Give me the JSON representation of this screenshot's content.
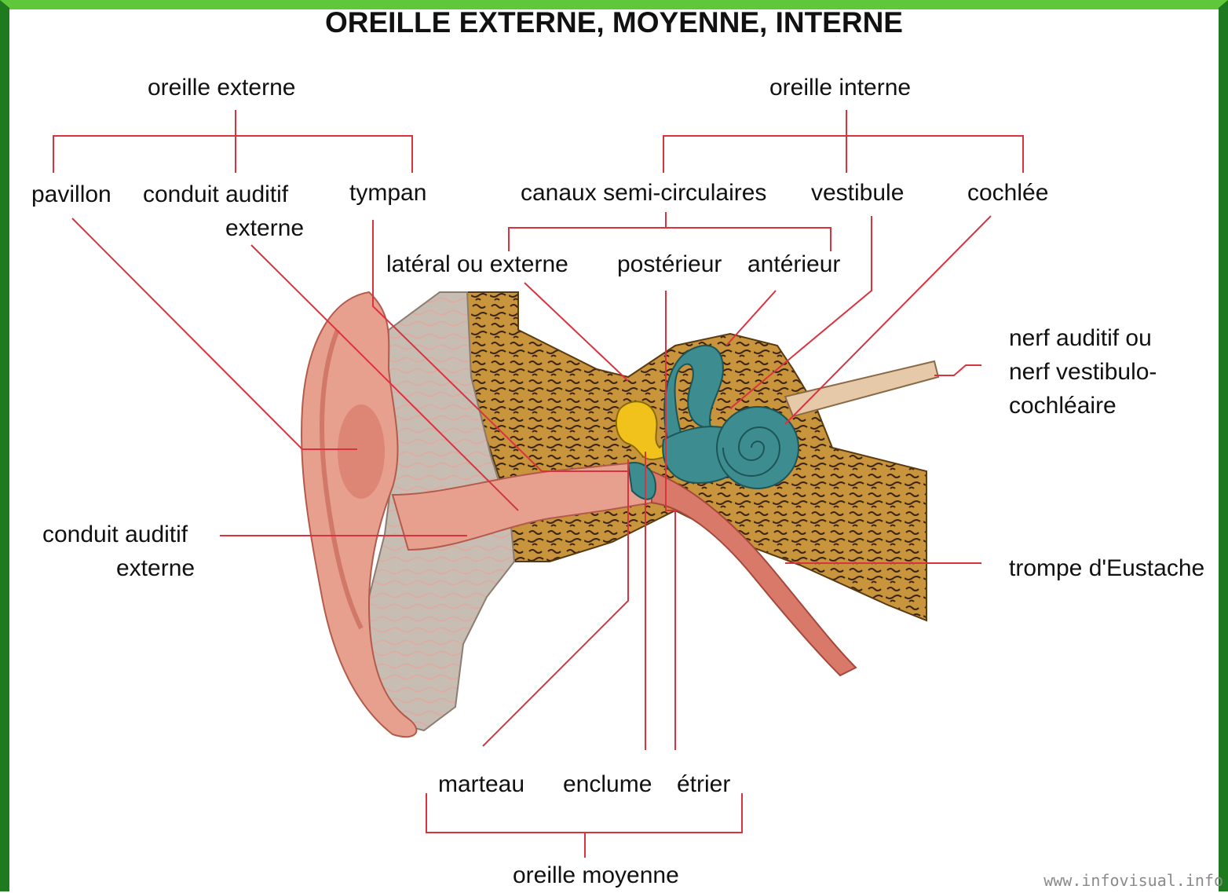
{
  "title": "OREILLE EXTERNE, MOYENNE, INTERNE",
  "groups": {
    "external": "oreille externe",
    "internal": "oreille interne",
    "middle": "oreille moyenne"
  },
  "labels": {
    "pavillon": "pavillon",
    "conduit_top_1": "conduit auditif",
    "conduit_top_2": "externe",
    "tympan": "tympan",
    "canaux": "canaux semi-circulaires",
    "vestibule": "vestibule",
    "cochlee": "cochlée",
    "lateral": "latéral ou externe",
    "posterieur": "postérieur",
    "anterieur": "antérieur",
    "nerf_1": "nerf auditif ou",
    "nerf_2": "nerf vestibulo-",
    "nerf_3": "cochléaire",
    "conduit_left_1": "conduit auditif",
    "conduit_left_2": "externe",
    "trompe": "trompe d'Eustache",
    "marteau": "marteau",
    "enclume": "enclume",
    "etrier": "étrier"
  },
  "watermark": "www.infovisual.info",
  "colors": {
    "leader": "#d9333f",
    "skin": "#e8a08e",
    "skin_dark": "#c9675a",
    "cartilage": "#c7bdb2",
    "bone": "#c8943c",
    "inner_ear": "#3d8c8f",
    "ossicle": "#f1c21b",
    "tube": "#d9796a",
    "nerve": "#e6c9a8"
  }
}
